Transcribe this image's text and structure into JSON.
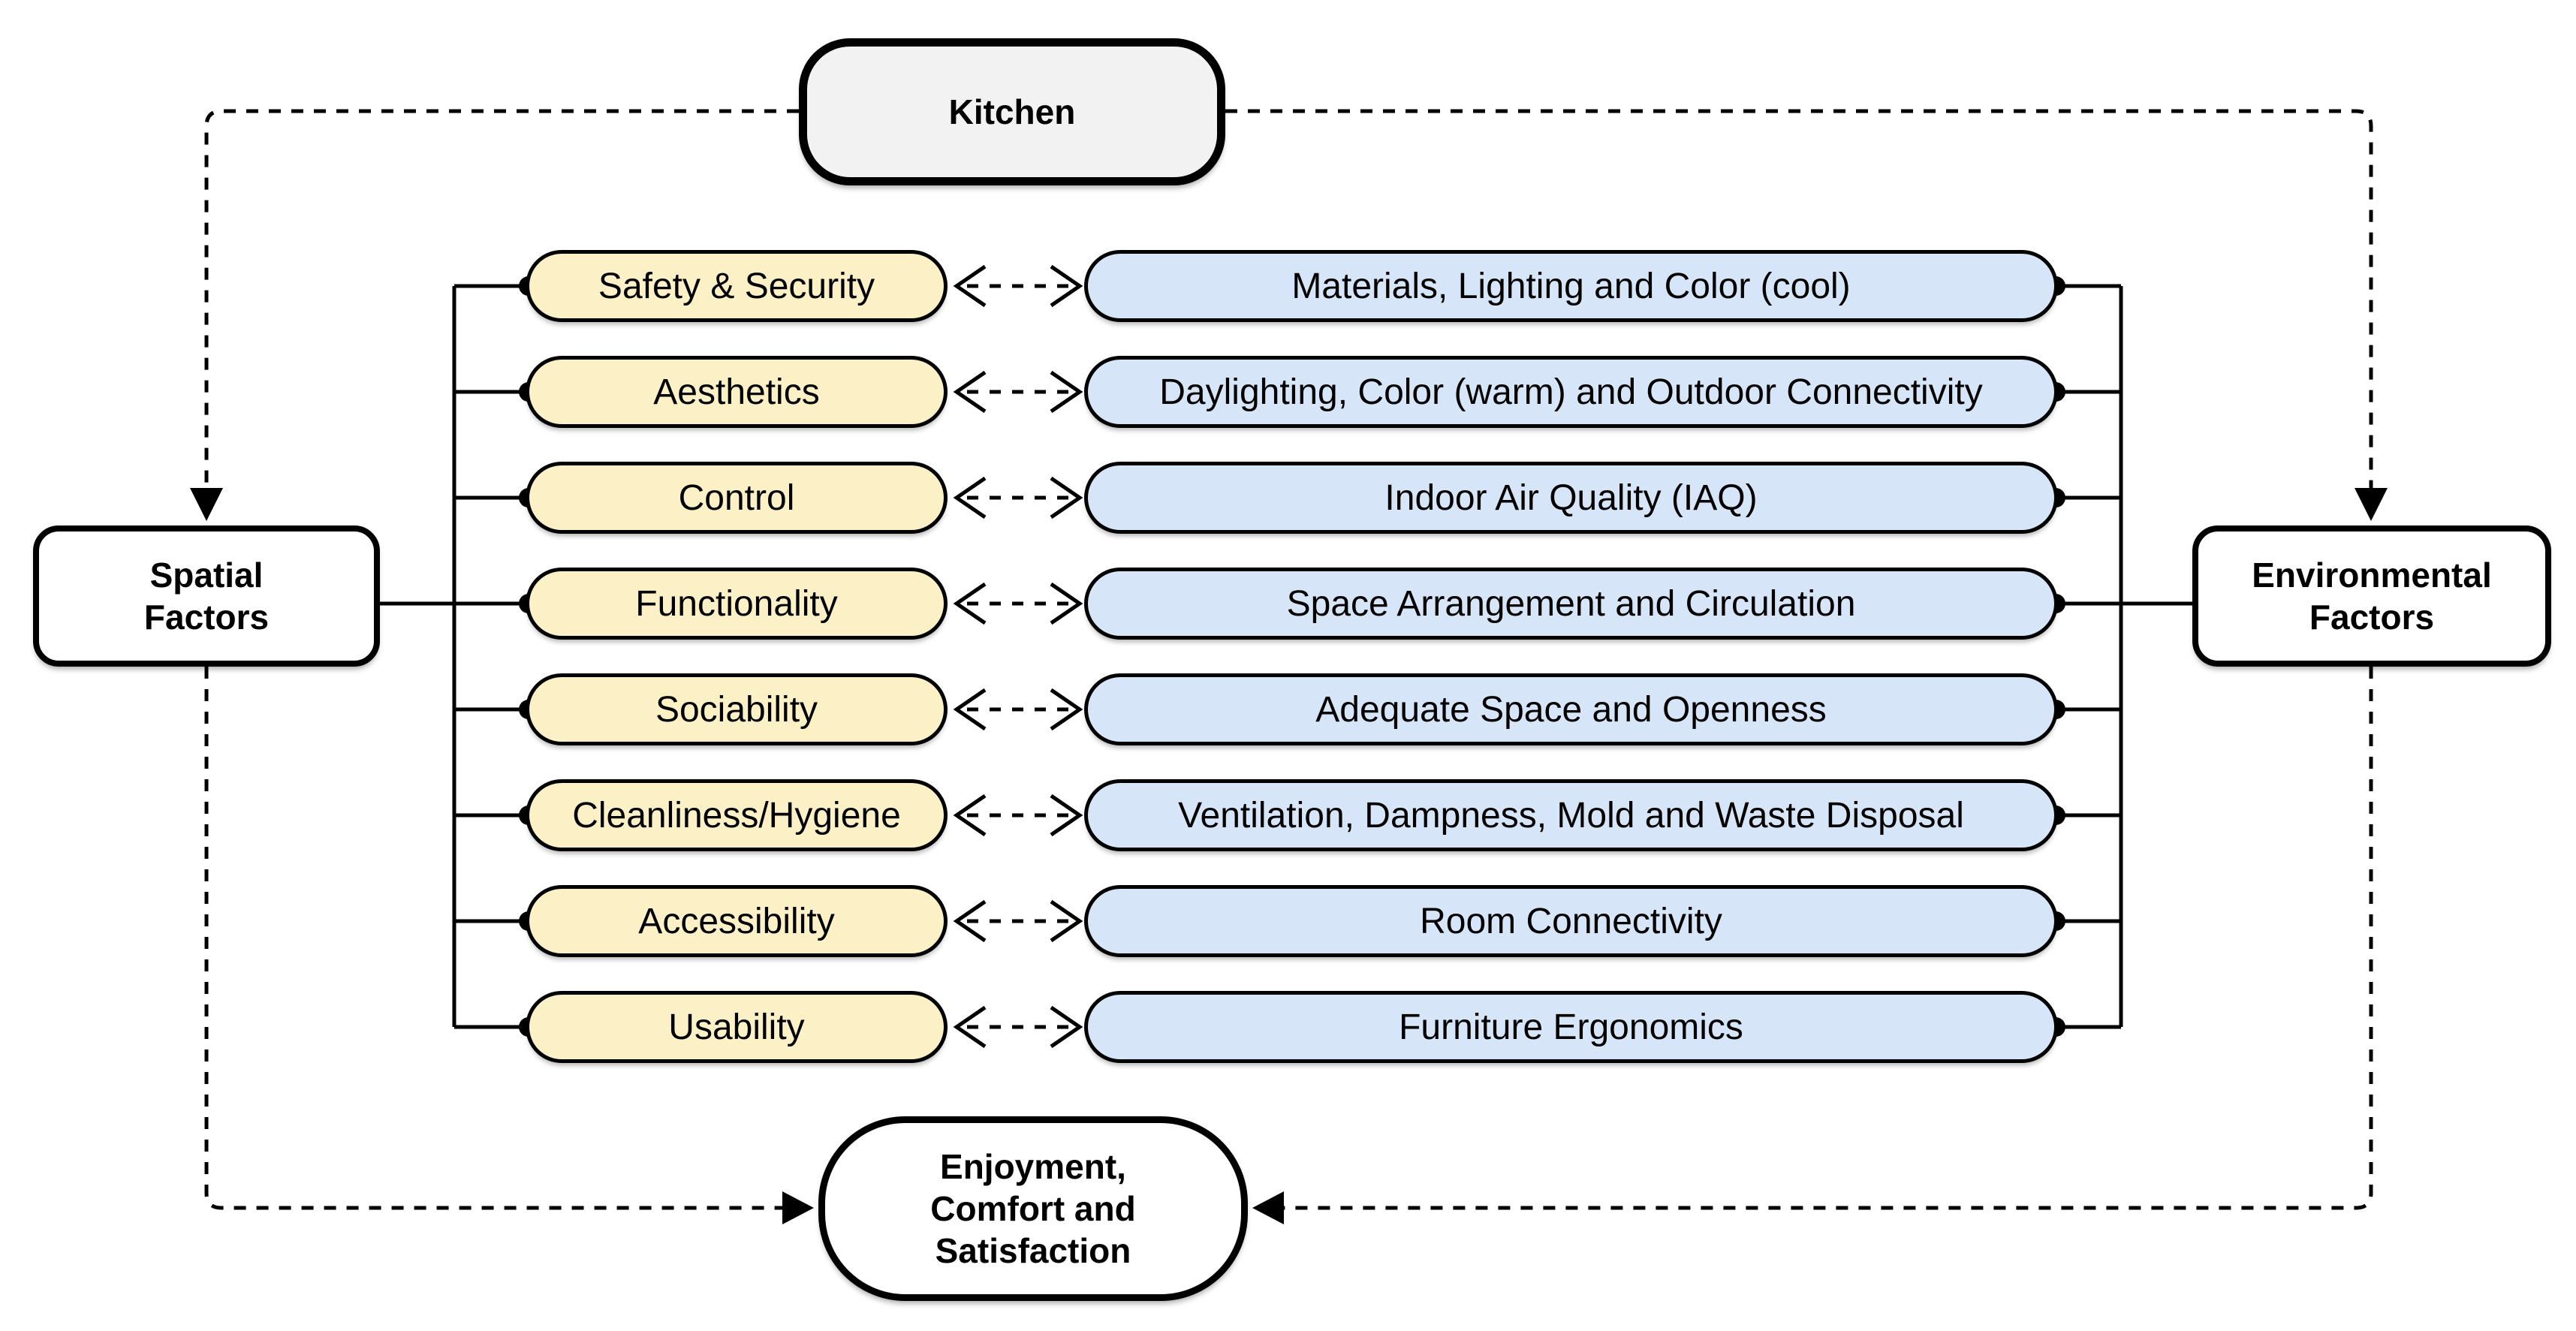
{
  "diagram_title": "Kitchen factors diagram",
  "nodes": {
    "kitchen": "Kitchen",
    "spatial": "Spatial\nFactors",
    "environmental": "Environmental\nFactors",
    "outcome": "Enjoyment,\nComfort and\nSatisfaction"
  },
  "rows": [
    {
      "spatial": "Safety & Security",
      "environmental": "Materials, Lighting and Color (cool)"
    },
    {
      "spatial": "Aesthetics",
      "environmental": "Daylighting, Color (warm) and Outdoor Connectivity"
    },
    {
      "spatial": "Control",
      "environmental": "Indoor Air Quality (IAQ)"
    },
    {
      "spatial": "Functionality",
      "environmental": "Space Arrangement and Circulation"
    },
    {
      "spatial": "Sociability",
      "environmental": "Adequate Space and Openness"
    },
    {
      "spatial": "Cleanliness/Hygiene",
      "environmental": "Ventilation, Dampness, Mold and Waste Disposal"
    },
    {
      "spatial": "Accessibility",
      "environmental": "Room Connectivity"
    },
    {
      "spatial": "Usability",
      "environmental": "Furniture Ergonomics"
    }
  ],
  "colors": {
    "spatial_pill_fill": "#fbf0c6",
    "environmental_pill_fill": "#d6e6f8",
    "kitchen_fill": "#f2f2f2",
    "node_fill": "#ffffff",
    "line_color": "#000000"
  }
}
